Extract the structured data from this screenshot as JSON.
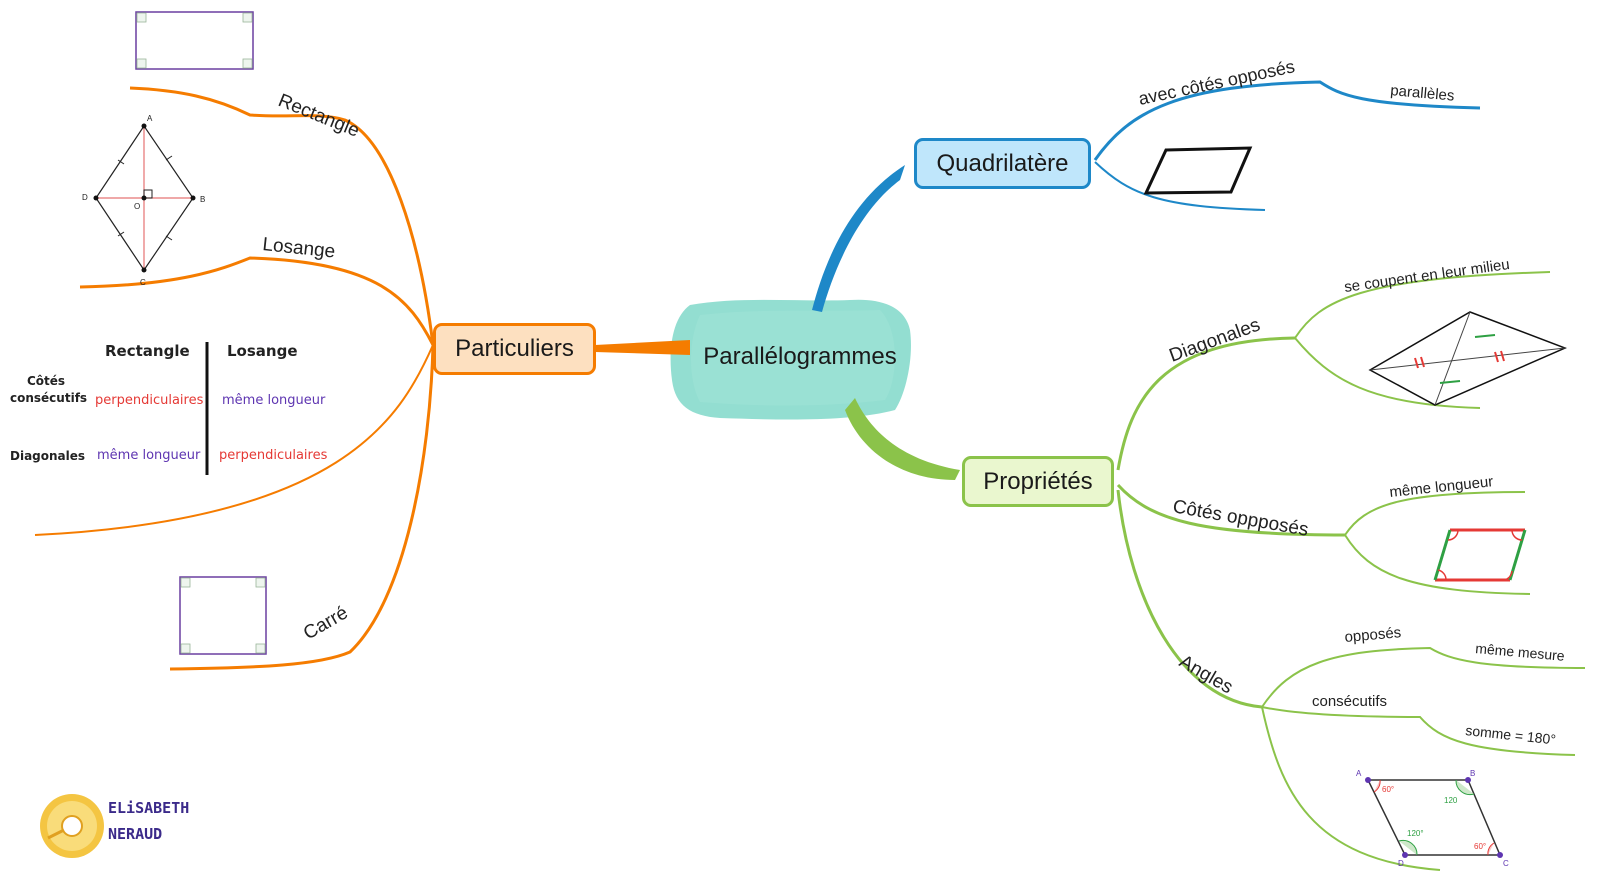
{
  "center": {
    "label": "Parallélogrammes"
  },
  "branches": {
    "quadrilatere": {
      "label": "Quadrilatère",
      "sub": [
        "avec côtés opposés",
        "parallèles"
      ],
      "color": "#1e88c8"
    },
    "proprietes": {
      "label": "Propriétés",
      "color": "#8bc34a",
      "diagonales": {
        "label": "Diagonales",
        "detail": "se coupent en leur milieu"
      },
      "cotes": {
        "label": "Côtés oppposés",
        "detail": "même longueur"
      },
      "angles": {
        "label": "Angles",
        "opposes": "opposés",
        "opposes_detail": "même mesure",
        "consecutifs": "consécutifs",
        "consecutifs_detail": "somme = 180°",
        "figure_labels": {
          "a": "A",
          "b": "B",
          "c": "C",
          "d": "D",
          "a60": "60°",
          "b120": "120",
          "d120": "120°",
          "c60": "60°"
        }
      }
    },
    "particuliers": {
      "label": "Particuliers",
      "color": "#f57c00",
      "rectangle": "Rectangle",
      "losange": "Losange",
      "carre": "Carré",
      "losange_fig": {
        "a": "A",
        "b": "B",
        "c": "C",
        "d": "D",
        "o": "O"
      },
      "table": {
        "col1": "Rectangle",
        "col2": "Losange",
        "row1_label": "Côtés consécutifs",
        "row1_label_l1": "Côtés",
        "row1_label_l2": "consécutifs",
        "row1_c1": "perpendiculaires",
        "row1_c2": "même longueur",
        "row2_label": "Diagonales",
        "row2_c1": "même longueur",
        "row2_c2": "perpendiculaires"
      }
    }
  },
  "logo": {
    "line1": "ELiSABETH",
    "line2": "NERAUD"
  },
  "colors": {
    "blue": "#1e88c8",
    "green": "#8bc34a",
    "orange": "#f57c00",
    "teal": "#7fd6c8"
  }
}
